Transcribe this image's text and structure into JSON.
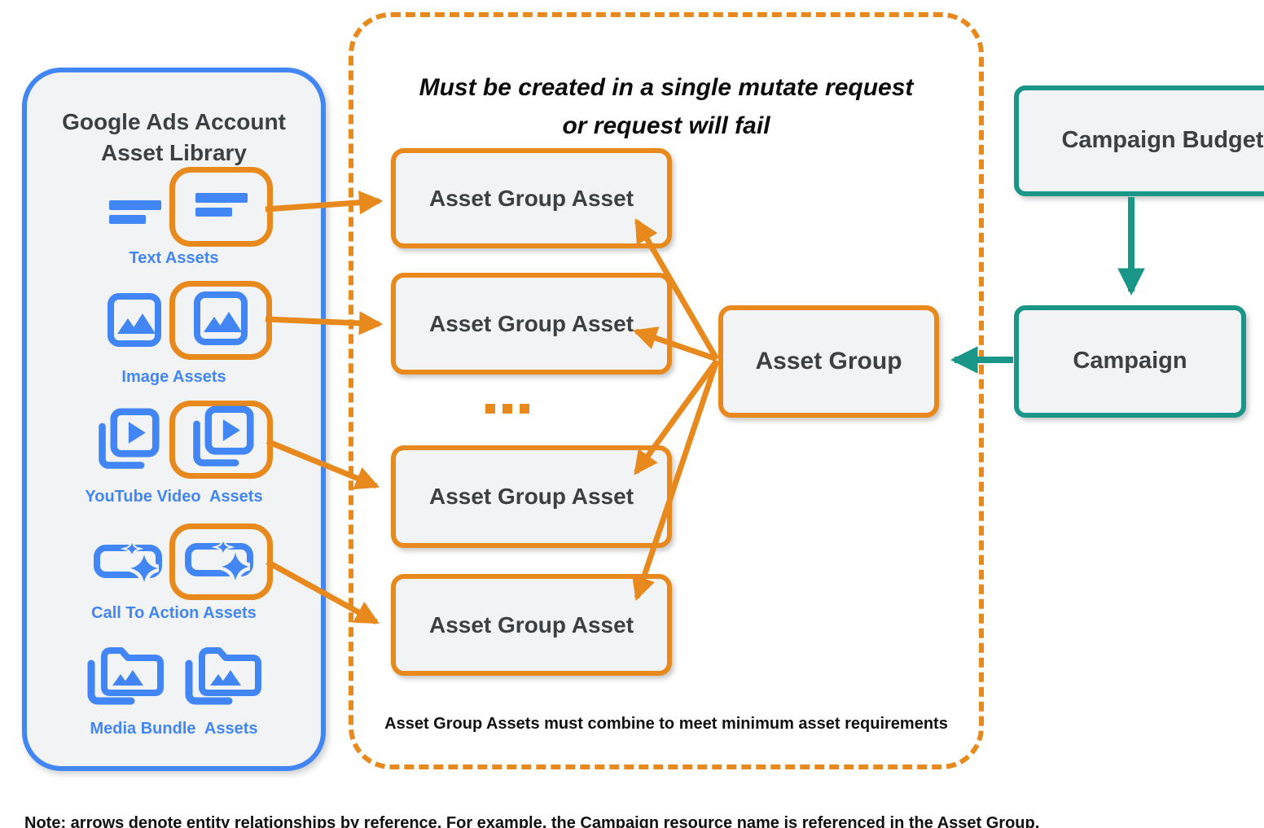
{
  "asset_library": {
    "title_line1": "Google Ads Account",
    "title_line2": "Asset Library",
    "items": [
      {
        "label": "Text Assets",
        "icon": "text-lines-icon",
        "highlighted": true
      },
      {
        "label": "Image Assets",
        "icon": "image-icon",
        "highlighted": true
      },
      {
        "label": "YouTube Video  Assets",
        "icon": "youtube-video-icon",
        "highlighted": true
      },
      {
        "label": "Call To Action Assets",
        "icon": "call-to-action-icon",
        "highlighted": true
      },
      {
        "label": "Media Bundle  Assets",
        "icon": "media-bundle-icon",
        "highlighted": false
      }
    ]
  },
  "mutate_panel": {
    "title_line1": "Must be created in a single mutate request",
    "title_line2": "or request will fail",
    "asset_group_asset_boxes": [
      "Asset Group Asset",
      "Asset Group Asset",
      "Asset Group Asset",
      "Asset Group Asset"
    ],
    "ellipsis": "...",
    "asset_group_label": "Asset Group",
    "footnote": "Asset Group Assets must combine to meet minimum asset requirements"
  },
  "campaign_flow": {
    "budget_label": "Campaign Budget",
    "campaign_label": "Campaign"
  },
  "footer": {
    "note": "Note: arrows denote entity relationships by reference. For example, the Campaign resource name is referenced in the Asset Group."
  },
  "colors": {
    "blue": "#4285f4",
    "orange": "#e8891d",
    "teal": "#1a9688",
    "box_background": "#f1f3f4",
    "text_dark": "#3c4043"
  }
}
